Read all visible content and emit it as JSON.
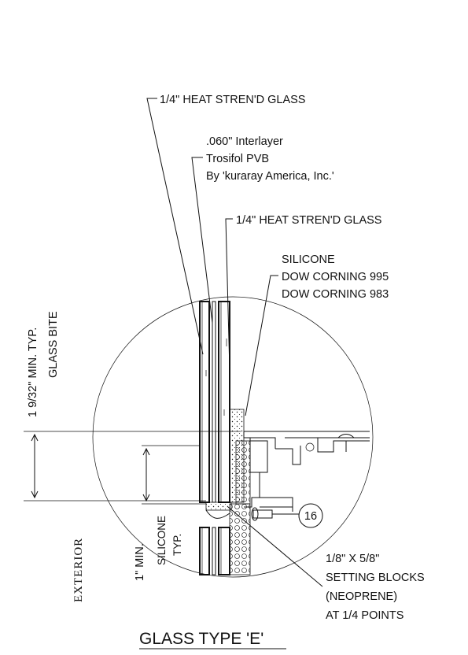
{
  "labels": {
    "glass_top": "1/4\" HEAT STREN'D GLASS",
    "interlayer": [
      ".060\" Interlayer",
      "Trosifol PVB",
      "By 'kuraray America, Inc.'"
    ],
    "glass_inner": "1/4\" HEAT STREN'D GLASS",
    "silicone": [
      "SILICONE",
      "DOW CORNING 995",
      "DOW CORNING 983"
    ],
    "glass_bite_dim": "1 9/32\" MIN. TYP.",
    "glass_bite": "GLASS BITE",
    "silicone_dim": "1\" MIN.",
    "silicone_typ": [
      "SILICONE",
      "TYP."
    ],
    "exterior": "EXTERIOR",
    "tag": "16",
    "setting_blocks": [
      "1/8\" X 5/8\"",
      "SETTING BLOCKS",
      "(NEOPRENE)",
      "AT 1/4 POINTS"
    ],
    "title": "GLASS TYPE 'E'"
  },
  "icons": [
    "detail-circle",
    "callout-tag-16"
  ]
}
